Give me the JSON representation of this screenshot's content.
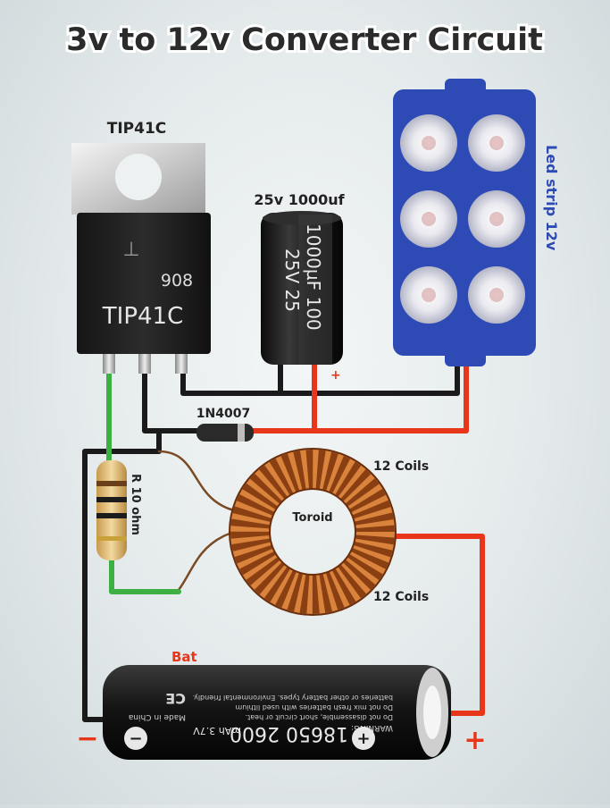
{
  "title": "3v to 12v Converter Circuit",
  "labels": {
    "transistor": "TIP41C",
    "transistor_marking": "TIP41C",
    "transistor_code": "908",
    "capacitor": "25v 1000uf",
    "capacitor_marking_1": "1000µF 100",
    "capacitor_marking_2": "25V 25",
    "led_strip": "Led strip 12v",
    "diode": "1N4007",
    "resistor": "R 10 ohm",
    "toroid": "Toroid",
    "coils_top": "12 Coils",
    "coils_bottom": "12 Coils",
    "battery_label": "Bat",
    "battery_model": "18650 2600",
    "battery_spec": "mAh 3.7V",
    "battery_warning_title": "WARNING:",
    "battery_warning_1": "Do not disassemble, short circuit or heat.",
    "battery_warning_2": "Do not mix fresh batteries with used lithium",
    "battery_warning_3": "batteries or other battery types. Environmental friendly.",
    "battery_made_in": "Made in China",
    "battery_ce": "CE",
    "battery_minus_terminal": "−",
    "battery_plus_terminal": "+",
    "negative_symbol": "−",
    "positive_symbol": "+",
    "cap_plus_mark": "+"
  },
  "colors": {
    "wire_black": "#1a1a1a",
    "wire_red": "#e8361a",
    "wire_green": "#3cb043",
    "led_strip_blue": "#2e4bb5",
    "copper": "#b0561c",
    "battery_body": "#1c1c1c",
    "title_fill": "#2b2b2b"
  }
}
